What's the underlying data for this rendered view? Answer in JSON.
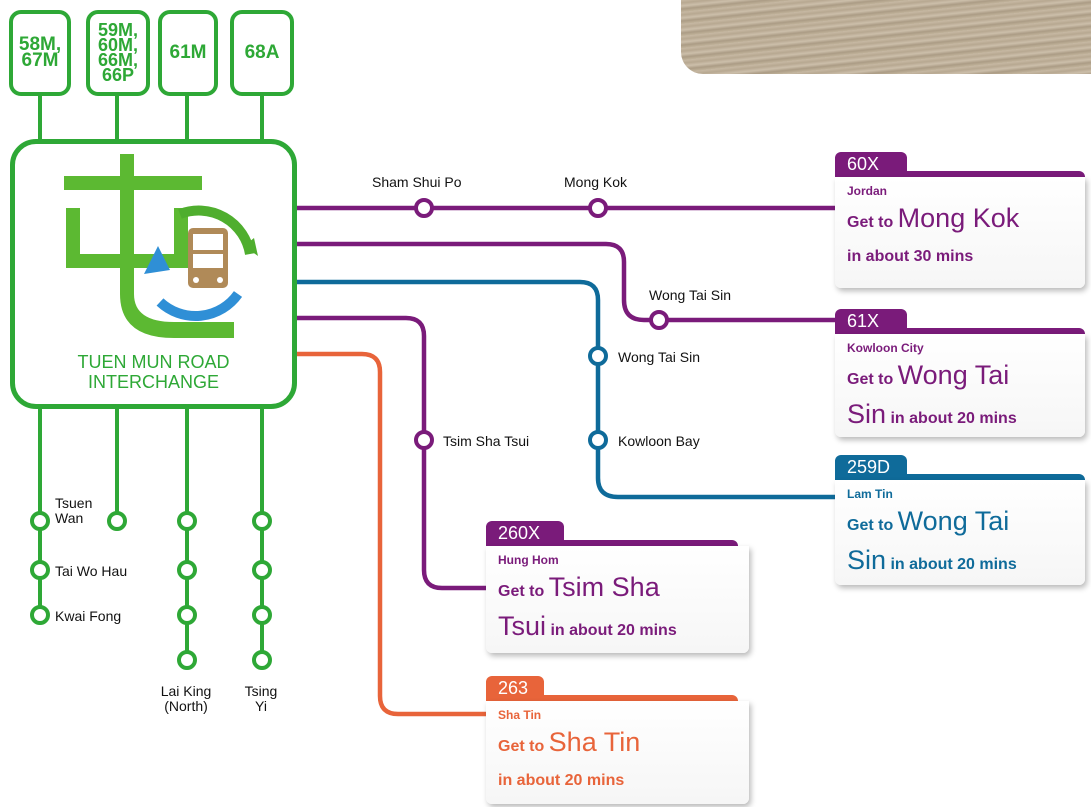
{
  "colors": {
    "green": "#2ea836",
    "purple": "#7a1b7a",
    "blue": "#0f6b9a",
    "orange": "#e8643a"
  },
  "feeder_routes": [
    "58M,\n67M",
    "59M,\n60M,\n66M,\n66P",
    "61M",
    "68A"
  ],
  "hub": {
    "label": "TUEN MUN ROAD\nINTERCHANGE",
    "logo_icon": "bus-interchange-logo-icon"
  },
  "stops": {
    "sham_shui_po": "Sham Shui Po",
    "mong_kok": "Mong Kok",
    "wong_tai_sin_1": "Wong Tai Sin",
    "wong_tai_sin_2": "Wong Tai Sin",
    "kowloon_bay": "Kowloon Bay",
    "tsim_sha_tsui": "Tsim Sha Tsui",
    "tsuen_wan": "Tsuen\nWan",
    "tai_wo_hau": "Tai Wo Hau",
    "kwai_fong": "Kwai Fong",
    "lai_king": "Lai King\n(North)",
    "tsing_yi": "Tsing\nYi"
  },
  "routes": [
    {
      "number": "60X",
      "destination": "Jordan",
      "get_to": "Get to",
      "target": "Mong Kok",
      "time": "in about 30 mins",
      "color": "#7a1b7a"
    },
    {
      "number": "61X",
      "destination": "Kowloon City",
      "get_to": "Get to",
      "target": "Wong Tai",
      "target2": "Sin",
      "time": "in about 20 mins",
      "color": "#7a1b7a"
    },
    {
      "number": "259D",
      "destination": "Lam Tin",
      "get_to": "Get to",
      "target": "Wong Tai",
      "target2": "Sin",
      "time": "in about 20 mins",
      "color": "#0f6b9a"
    },
    {
      "number": "260X",
      "destination": "Hung Hom",
      "get_to": "Get to",
      "target": "Tsim Sha",
      "target2": "Tsui",
      "time": "in about 20 mins",
      "color": "#7a1b7a"
    },
    {
      "number": "263",
      "destination": "Sha Tin",
      "get_to": "Get to",
      "target": "Sha Tin",
      "time": "in about 20 mins",
      "color": "#e8643a"
    }
  ]
}
